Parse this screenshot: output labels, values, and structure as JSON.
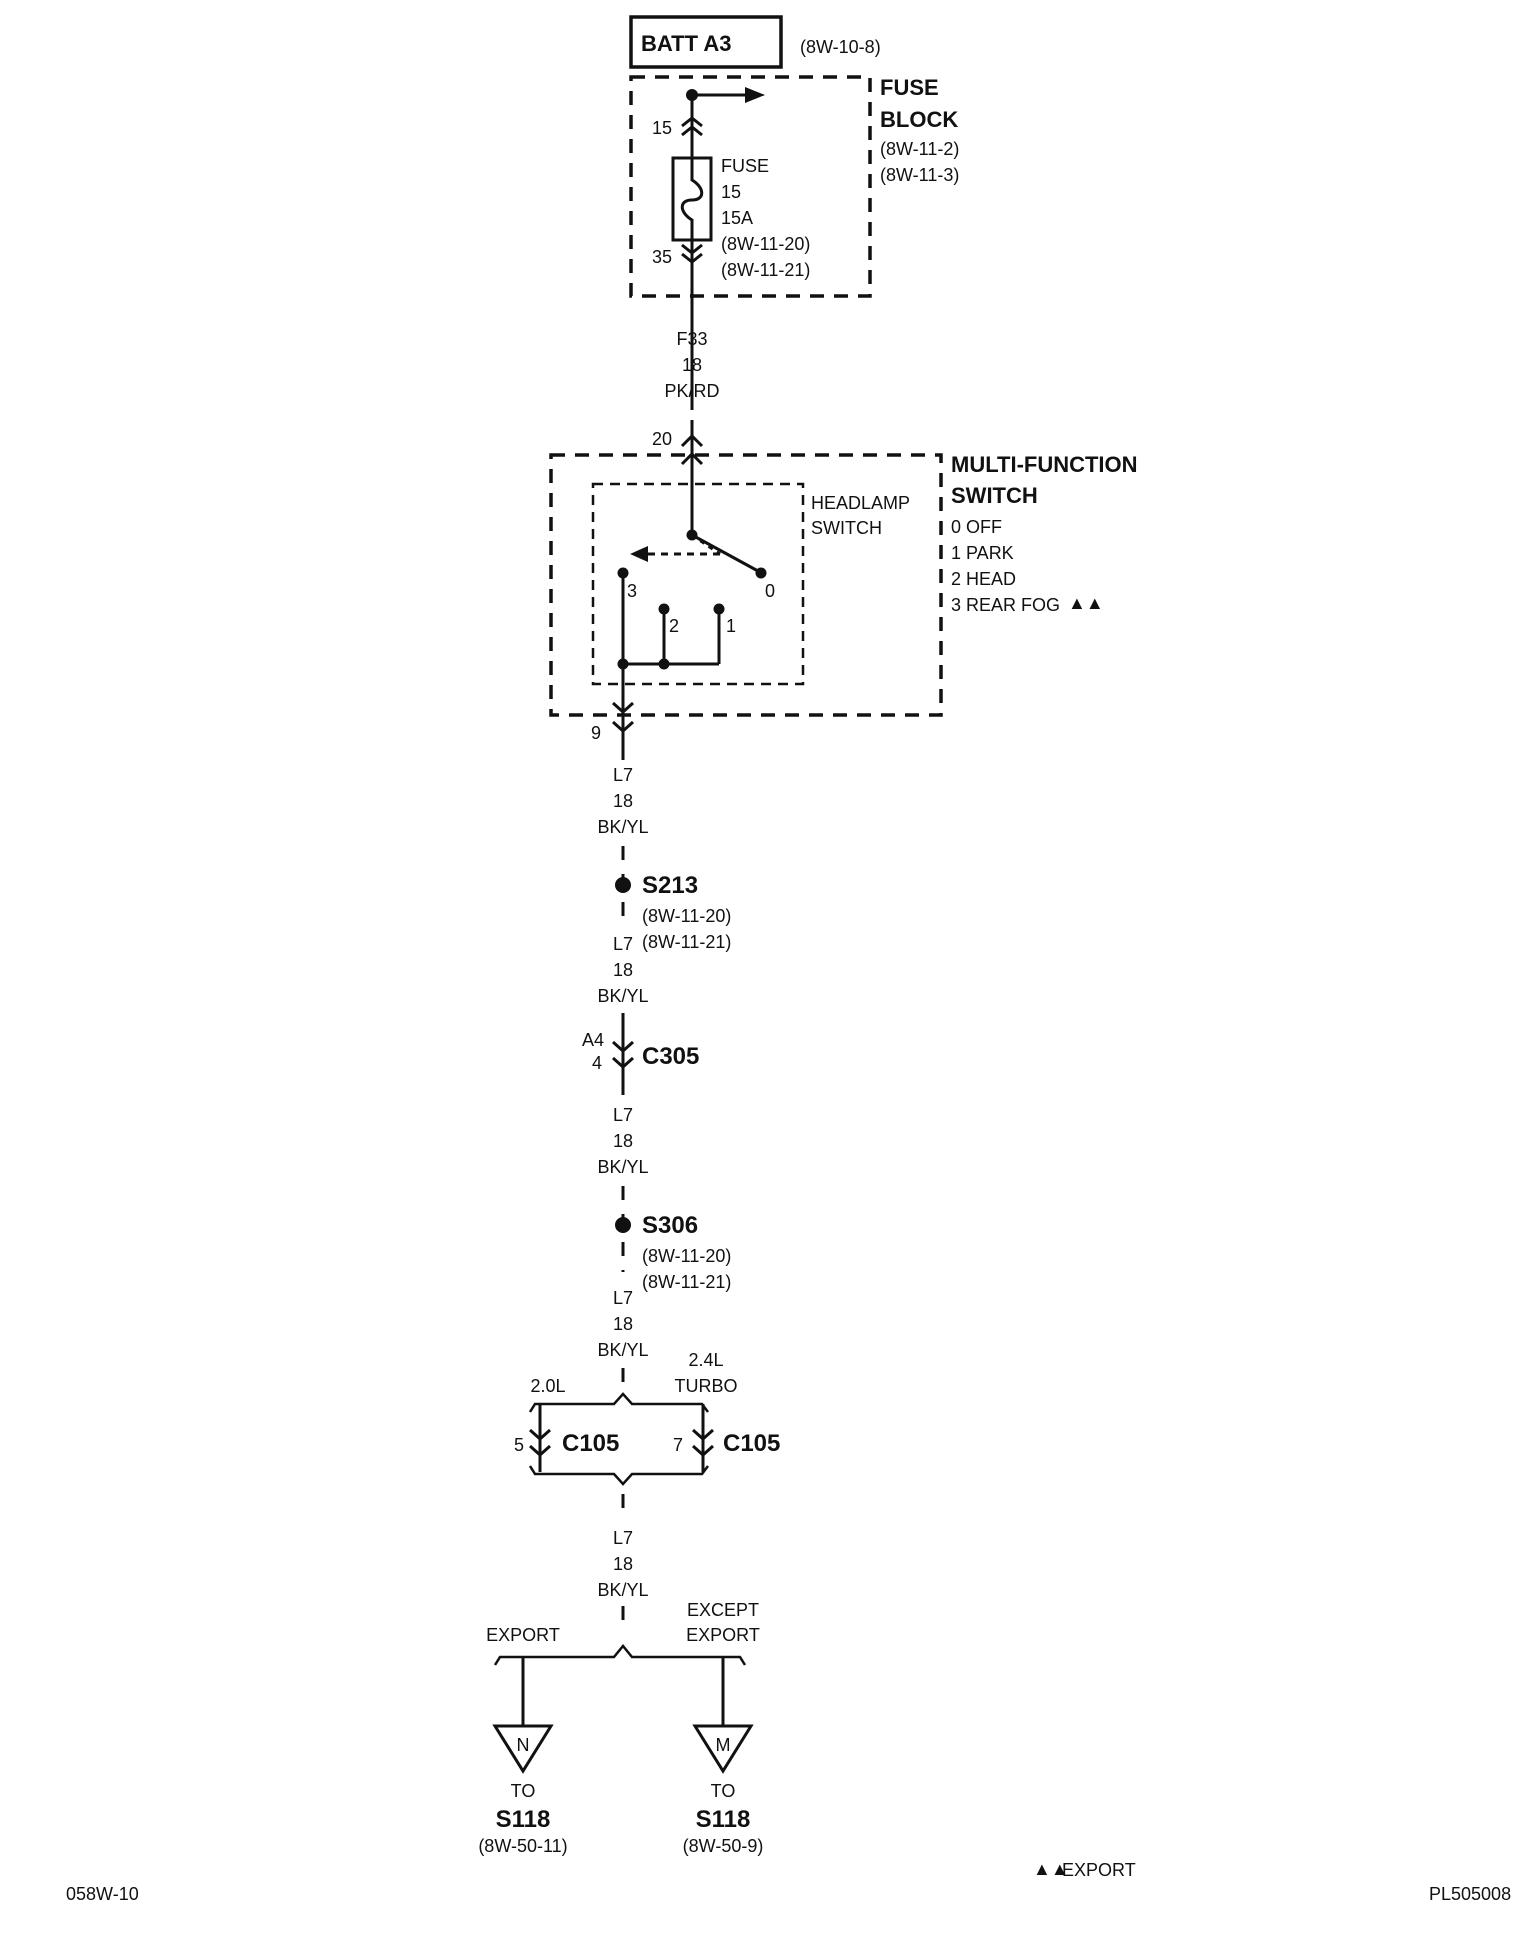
{
  "batt": {
    "label": "BATT A3",
    "ref": "(8W-10-8)"
  },
  "fuse_block": {
    "title_line1": "FUSE",
    "title_line2": "BLOCK",
    "ref1": "(8W-11-2)",
    "ref2": "(8W-11-3)",
    "pin_in": "15",
    "pin_out": "35",
    "fuse": {
      "line1": "FUSE",
      "line2": "15",
      "line3": "15A",
      "ref1": "(8W-11-20)",
      "ref2": "(8W-11-21)"
    }
  },
  "wire_f33": {
    "circuit": "F33",
    "gauge": "18",
    "color": "PK/RD"
  },
  "mfs": {
    "pin_in": "20",
    "pin_out": "9",
    "title_line1": "MULTI-FUNCTION",
    "title_line2": "SWITCH",
    "positions": [
      "0 OFF",
      "1 PARK",
      "2 HEAD",
      "3 REAR FOG"
    ],
    "export_marker": "▲▲",
    "headlamp_line1": "HEADLAMP",
    "headlamp_line2": "SWITCH",
    "contact_labels": [
      "3",
      "2",
      "1",
      "0"
    ]
  },
  "wire_l7": {
    "circuit": "L7",
    "gauge": "18",
    "color": "BK/YL"
  },
  "s213": {
    "name": "S213",
    "ref1": "(8W-11-20)",
    "ref2": "(8W-11-21)"
  },
  "c305": {
    "name": "C305",
    "pin_a": "A4",
    "pin_b": "4"
  },
  "s306": {
    "name": "S306",
    "ref1": "(8W-11-20)",
    "ref2": "(8W-11-21)"
  },
  "engine_split": {
    "left": "2.0L",
    "right_line1": "2.4L",
    "right_line2": "TURBO",
    "c105_left": {
      "pin": "5",
      "name": "C105"
    },
    "c105_right": {
      "pin": "7",
      "name": "C105"
    }
  },
  "market_split": {
    "left": "EXPORT",
    "right_line1": "EXCEPT",
    "right_line2": "EXPORT"
  },
  "dest_left": {
    "letter": "N",
    "to": "TO",
    "name": "S118",
    "ref": "(8W-50-11)"
  },
  "dest_right": {
    "letter": "M",
    "to": "TO",
    "name": "S118",
    "ref": "(8W-50-9)"
  },
  "footer": {
    "left": "058W-10",
    "legend_marker": "▲▲",
    "legend_text": "EXPORT",
    "right": "PL505008"
  }
}
